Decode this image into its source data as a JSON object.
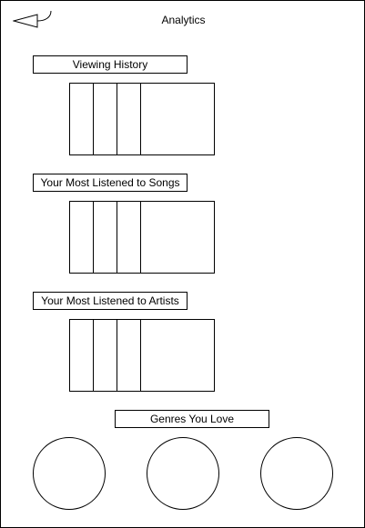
{
  "header": {
    "title": "Analytics",
    "back_icon": "back-arrow-icon"
  },
  "sections": {
    "viewing_history": {
      "label": "Viewing History"
    },
    "most_listened_songs": {
      "label": "Your Most Listened to Songs"
    },
    "most_listened_artists": {
      "label": "Your Most Listened to Artists"
    },
    "genres": {
      "label": "Genres You Love"
    }
  },
  "colors": {
    "stroke": "#000000",
    "background": "#ffffff"
  }
}
